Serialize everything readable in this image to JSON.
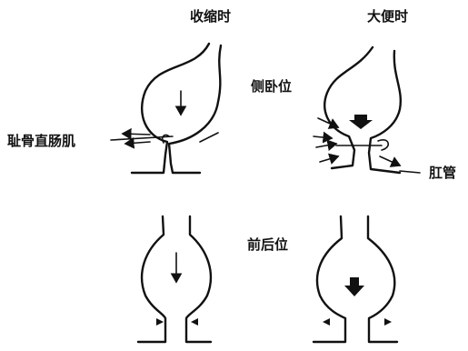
{
  "labels": {
    "contract": "收缩时",
    "defecate": "大便时",
    "lateral": "侧卧位",
    "ap": "前后位",
    "puborectalis": "耻骨直肠肌",
    "anal_canal": "肛管"
  }
}
